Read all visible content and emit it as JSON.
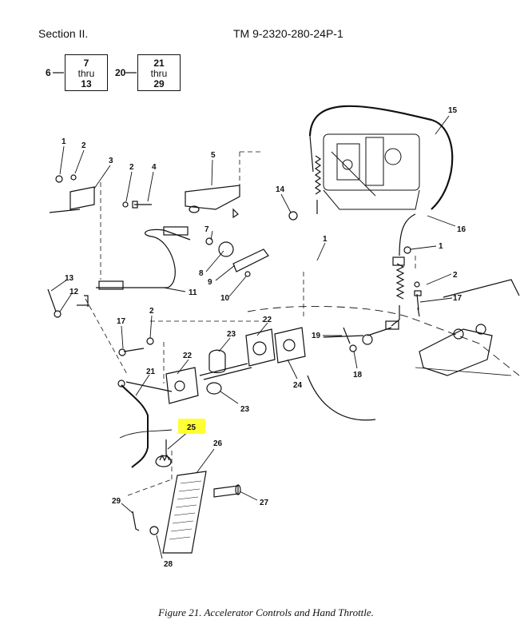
{
  "header": {
    "section": "Section II.",
    "tm_number": "TM 9-2320-280-24P-1"
  },
  "leader_boxes": [
    {
      "from": "6",
      "lines": [
        "7",
        "thru",
        "13"
      ]
    },
    {
      "from": "20",
      "lines": [
        "21",
        "thru",
        "29"
      ]
    }
  ],
  "callouts": [
    "1",
    "2",
    "3",
    "2",
    "4",
    "5",
    "15",
    "14",
    "16",
    "1",
    "7",
    "8",
    "9",
    "10",
    "13",
    "12",
    "11",
    "1",
    "2",
    "17",
    "17",
    "2",
    "22",
    "23",
    "22",
    "19",
    "24",
    "18",
    "21",
    "23",
    "25",
    "26",
    "27",
    "29",
    "28"
  ],
  "highlighted_callout": "25",
  "highlight_color": "#ffff33",
  "caption": "Figure 21. Accelerator Controls and Hand Throttle."
}
